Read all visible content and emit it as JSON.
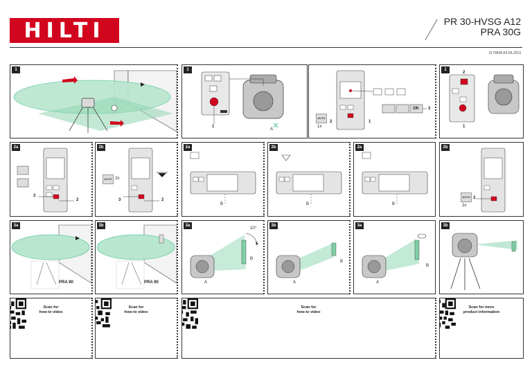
{
  "brand": {
    "logo_text": "HILTI"
  },
  "header": {
    "title_line1": "PR 30-HVSG A12",
    "title_line2": "PRA 30G",
    "doc_id": "2179608 A3-05.2019"
  },
  "colors": {
    "brand_red": "#d2051e",
    "beam_green": "#5cc79a",
    "plane_green": "#b9e6cf",
    "arrow_red": "#d2051e"
  },
  "panels": {
    "p1a": {
      "tag": "1"
    },
    "p1b": {
      "tag": "1",
      "callout_1": "1",
      "label_a": "A"
    },
    "p1c": {
      "auto": "AUTO",
      "auto_count": "1x",
      "callout_1": "1",
      "callout_2": "2",
      "callout_3": "3",
      "ok": "OK"
    },
    "p1d": {
      "tag": "1",
      "callout_1": "1",
      "callout_2": "2"
    },
    "p2a_left": {
      "tag": "2a",
      "callout_2": "2",
      "callout_3": "3"
    },
    "p2b_left": {
      "tag": "2b",
      "auto": "AUTO",
      "auto_count": "2x",
      "callout_2": "2",
      "callout_3": "3"
    },
    "p2a_1": {
      "tag": "2a",
      "label_b": "B"
    },
    "p2b_mid": {
      "tag": "2b",
      "label_b": "B"
    },
    "p2c_mid": {
      "tag": "2a",
      "label_b": "B"
    },
    "p2b_right": {
      "tag": "2b",
      "auto": "AUTO",
      "auto_count": "2x",
      "callout_3": "3"
    },
    "p3a_left": {
      "tag": "3a",
      "model": "PRA 90"
    },
    "p3b_left": {
      "tag": "3b",
      "model": "PRA 90"
    },
    "p3a_mid": {
      "tag": "3a",
      "angle": "10°",
      "label_a": "A",
      "label_b": "B"
    },
    "p3b_mid": {
      "tag": "3b",
      "label_a": "A",
      "label_b": "B"
    },
    "p3c_mid": {
      "tag": "3a",
      "label_a": "A",
      "label_b": "B"
    },
    "p3b_right": {
      "tag": "3b"
    }
  },
  "qr_blocks": [
    {
      "caption_line1": "Scan for",
      "caption_line2": "how-to video"
    },
    {
      "caption_line1": "Scan for",
      "caption_line2": "how-to video"
    },
    {
      "caption_line1": "Scan for",
      "caption_line2": "how-to video"
    },
    {
      "caption_line1": "Scan for more",
      "caption_line2": "product information"
    }
  ]
}
